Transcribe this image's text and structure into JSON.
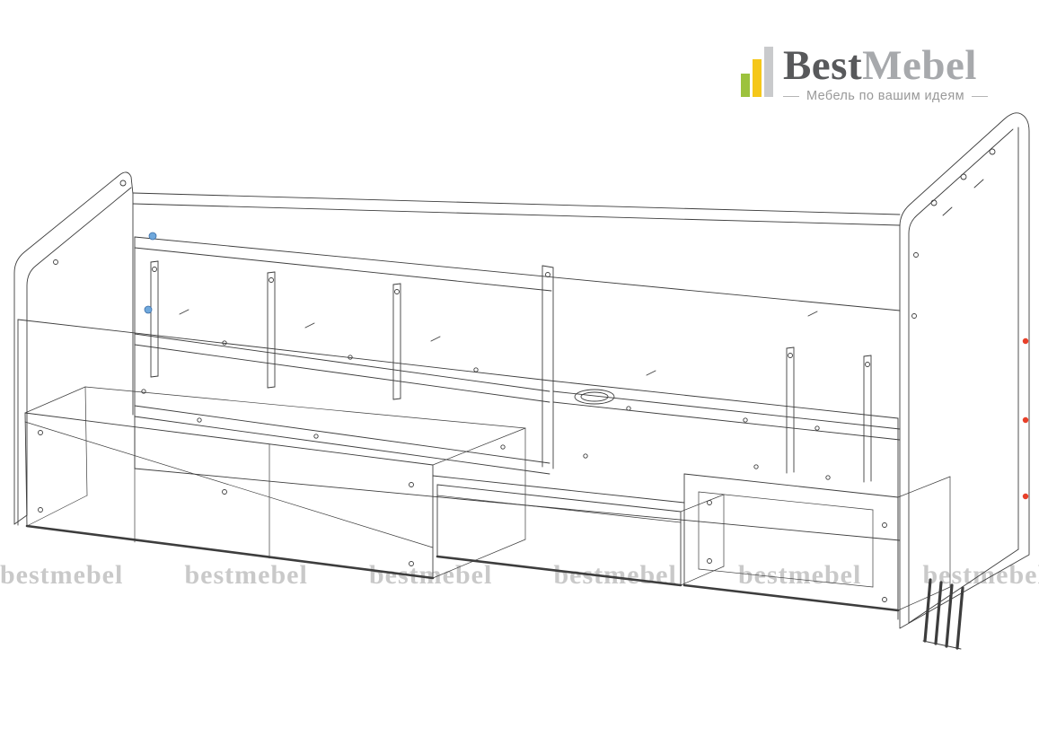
{
  "brand": {
    "name_primary": "Best",
    "name_secondary": "Mebel",
    "tagline": "Мебель по вашим идеям",
    "colors": {
      "primary_text": "#58595b",
      "secondary_text": "#a7a9ac",
      "bar_green": "#9cc23d",
      "bar_yellow": "#f5c71a",
      "bar_gray": "#c9cacc",
      "tagline_text": "#999999"
    }
  },
  "watermark": {
    "text": "bestmebel",
    "color": "#c9c9c9"
  },
  "drawing": {
    "label": "furniture-assembly-wireframe",
    "line_color": "#3d3d3d",
    "marker_red": "#e8402a",
    "marker_blue": "#6fa8dc"
  }
}
